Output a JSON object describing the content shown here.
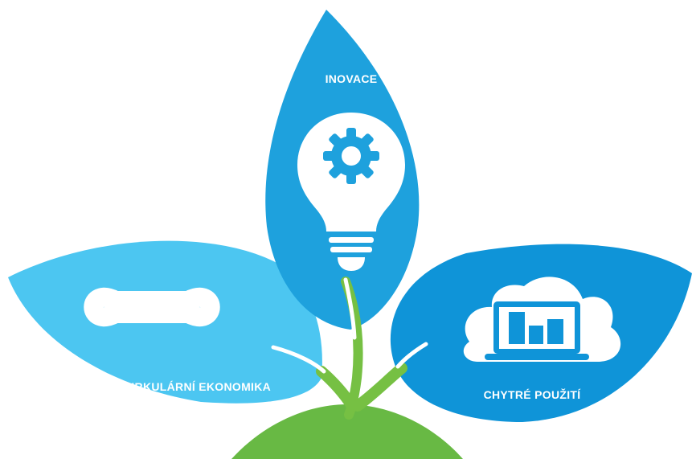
{
  "labels": {
    "top": "INOVACE",
    "left": "CIRKULÁRNÍ EKONOMIKA",
    "right": "CHYTRÉ POUŽITÍ"
  },
  "icons": {
    "top": "lightbulb-gear-icon",
    "left": "infinity-loop-icon",
    "right": "cloud-laptop-chart-icon"
  },
  "colors": {
    "leaf_top": "#1ea1dd",
    "leaf_left": "#4cc6f1",
    "leaf_right": "#0f94d8",
    "stem": "#76c043",
    "hill": "#68b944",
    "icon": "#ffffff"
  }
}
